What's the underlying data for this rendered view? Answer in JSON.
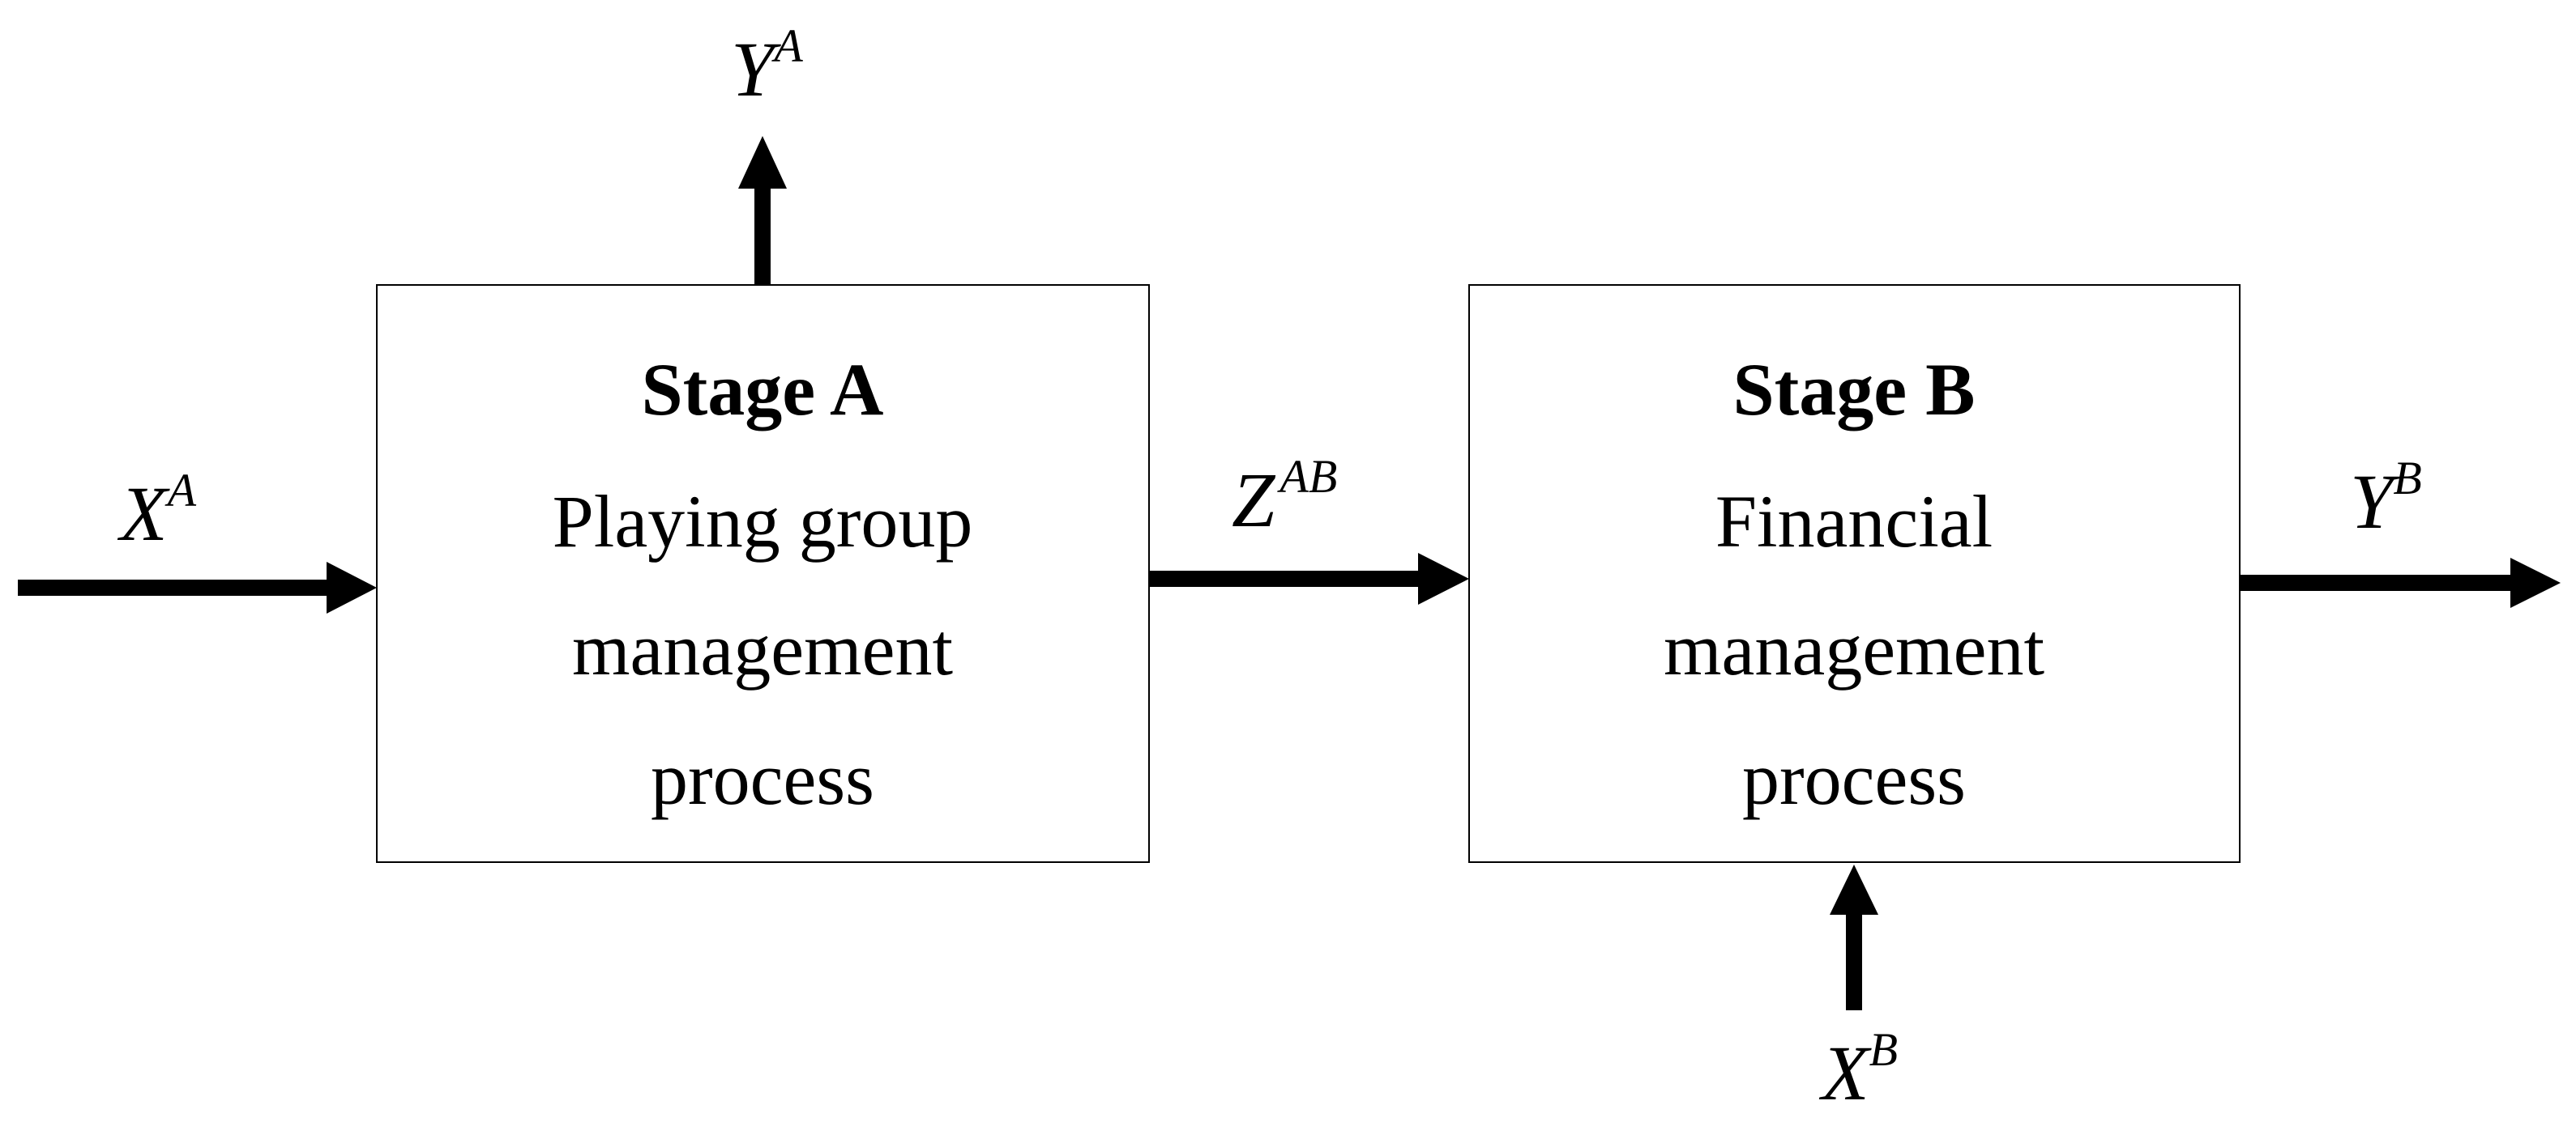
{
  "stage_a": {
    "title": "Stage A",
    "lines": [
      "Playing group",
      "management",
      "process"
    ]
  },
  "stage_b": {
    "title": "Stage B",
    "lines": [
      "Financial",
      "management",
      "process"
    ]
  },
  "variables": {
    "xa": {
      "base": "X",
      "sup": "A"
    },
    "ya": {
      "base": "Y",
      "sup": "A"
    },
    "zab": {
      "base": "Z",
      "sup": "AB"
    },
    "yb": {
      "base": "Y",
      "sup": "B"
    },
    "xb": {
      "base": "X",
      "sup": "B"
    }
  }
}
